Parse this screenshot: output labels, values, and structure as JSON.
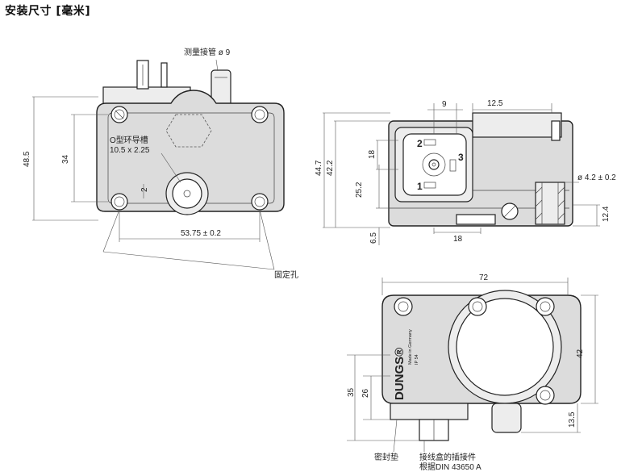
{
  "title": "安装尺寸 [毫米]",
  "front_view": {
    "pipe_label": "测量接管 ø 9",
    "oring_label_1": "O型环导槽",
    "oring_label_2": "10.5 x 2.25",
    "dim_height_total": "48.5",
    "dim_height_inner": "34",
    "dim_small": "2",
    "dim_hole_spacing": "53.75 ± 0.2",
    "holes_label": "固定孔"
  },
  "side_view": {
    "dim_9": "9",
    "dim_12_5": "12.5",
    "dim_44_7": "44.7",
    "dim_42_2": "42.2",
    "dim_18_v": "18",
    "dim_25_2": "25.2",
    "dim_6_5": "6.5",
    "dim_18_h": "18",
    "dim_hole": "ø 4.2 ± 0.2",
    "dim_12_4": "12.4",
    "pin_1": "1",
    "pin_2": "2",
    "pin_3": "3"
  },
  "top_view": {
    "dim_72": "72",
    "dim_42": "42",
    "dim_35": "35",
    "dim_26": "26",
    "dim_13_5": "13.5",
    "brand": "DUNGS®",
    "made_in": "Made in Germany",
    "ip": "IP 54",
    "seal_label": "密封垫",
    "connector_label_1": "接线盒的插接件",
    "connector_label_2": "根据DIN 43650 A"
  }
}
